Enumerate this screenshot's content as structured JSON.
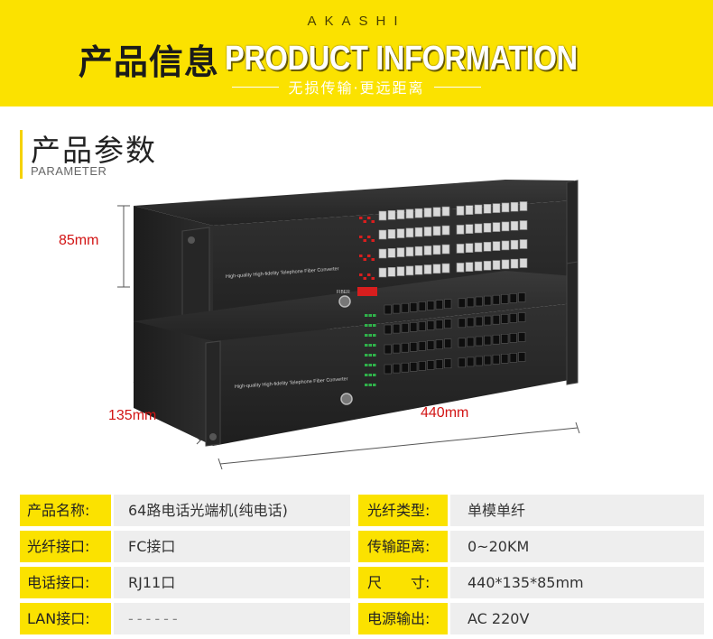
{
  "header": {
    "brand": "AKASHI",
    "title_cn": "产品信息",
    "title_en": "PRODUCT INFORMATION",
    "slogan": "无损传输·更远距离"
  },
  "section": {
    "title": "产品参数",
    "subtitle": "PARAMETER"
  },
  "product": {
    "device_label_top": "High-quality  High-fidelity Telephone  Fiber Converter",
    "device_label_bottom": "High-quality  High-fidelity Telephone  Fiber Converter",
    "fiber_label": "FIBER",
    "dimensions": {
      "height": "85mm",
      "depth": "135mm",
      "width": "440mm"
    }
  },
  "specs": [
    {
      "k1": "产品名称:",
      "v1": "64路电话光端机(纯电话)",
      "k2": "光纤类型:",
      "v2": "单模单纤"
    },
    {
      "k1": "光纤接口:",
      "v1": "FC接口",
      "k2": "传输距离:",
      "v2": "0~20KM"
    },
    {
      "k1": "电话接口:",
      "v1": "RJ11口",
      "k2": "尺　　寸:",
      "v2": "440*135*85mm"
    },
    {
      "k1": "LAN接口:",
      "v1": "------",
      "k2": "电源输出:",
      "v2": "AC 220V"
    }
  ],
  "colors": {
    "accent": "#fbe200",
    "dimension_text": "#d21414",
    "chassis": "#2a2a2a",
    "led_red": "#d81e1e",
    "led_green": "#2fb34a"
  }
}
